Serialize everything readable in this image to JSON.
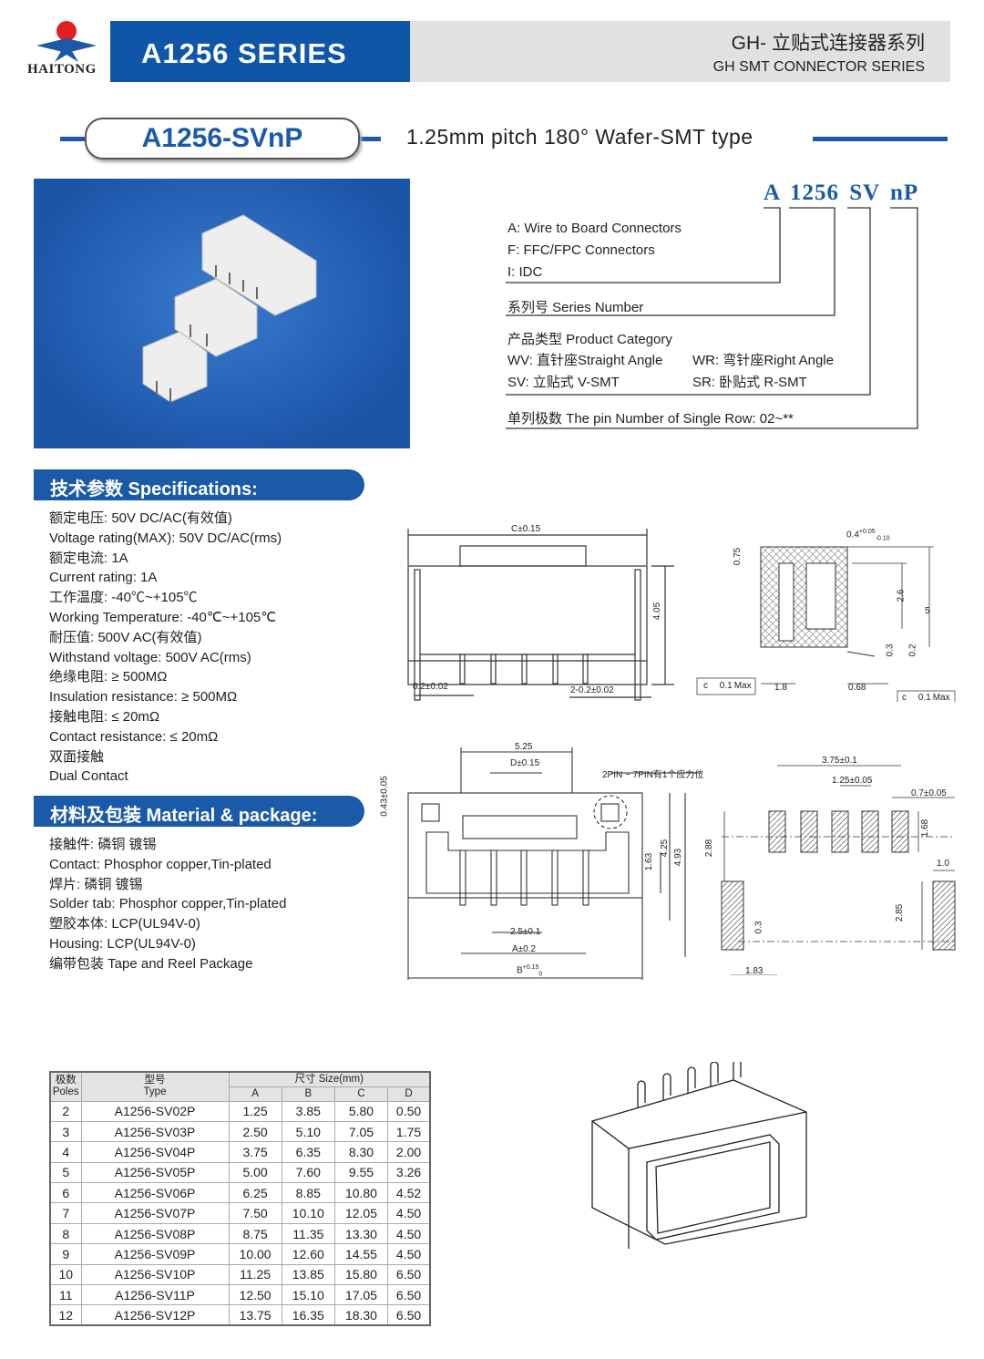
{
  "header": {
    "brand": "HAITONG",
    "series": "A1256 SERIES",
    "title_cn": "GH- 立贴式连接器系列",
    "title_en": "GH SMT CONNECTOR SERIES"
  },
  "model": {
    "name": "A1256-SVnP",
    "description": "1.25mm pitch 180°  Wafer-SMT type"
  },
  "part_code": {
    "parts": [
      "A",
      "1256",
      "SV",
      "nP"
    ],
    "legend": {
      "type_lines": [
        "A: Wire to Board Connectors",
        "F: FFC/FPC Connectors",
        "I: IDC"
      ],
      "series": "系列号 Series Number",
      "category_title": "产品类型 Product Category",
      "wv": "WV: 直针座Straight Angle",
      "wr": "WR: 弯针座Right Angle",
      "sv": "SV: 立贴式 V-SMT",
      "sr": "SR: 卧贴式 R-SMT",
      "pins": "单列极数 The pin Number of Single Row: 02~**"
    }
  },
  "specifications": {
    "title": "技术参数 Specifications:",
    "lines": [
      "额定电压: 50V DC/AC(有效值)",
      "Voltage rating(MAX): 50V DC/AC(rms)",
      "额定电流: 1A",
      "Current rating: 1A",
      "工作温度: -40℃~+105℃",
      "Working Temperature: -40℃~+105℃",
      "耐压值: 500V AC(有效值)",
      "Withstand voltage: 500V AC(rms)",
      "绝缘电阻: ≥ 500MΩ",
      "Insulation resistance: ≥ 500MΩ",
      "接触电阻: ≤ 20mΩ",
      "Contact resistance: ≤ 20mΩ",
      "双面接触",
      "Dual Contact"
    ]
  },
  "material": {
    "title": "材料及包装 Material & package:",
    "lines": [
      "接触件: 磷铜 镀锡",
      "Contact: Phosphor copper,Tin-plated",
      "焊片: 磷铜 镀锡",
      "Solder  tab: Phosphor copper,Tin-plated",
      "塑胶本体: LCP(UL94V-0)",
      "Housing: LCP(UL94V-0)",
      "编带包装 Tape and Reel Package"
    ]
  },
  "drawings": {
    "front": {
      "c": "C±0.15",
      "h": "4.05",
      "w1": "0.2±0.02",
      "w2": "2-0.2±0.02"
    },
    "side": {
      "tol": "0.4",
      "tol_up": "+0.05",
      "tol_dn": "-0.10",
      "d075": "0.75",
      "d26": "2.6",
      "d5": "5",
      "d03": "0.3",
      "d02": "0.2",
      "d18": "1.8",
      "d068": "0.68",
      "c": "c",
      "c01": "0.1",
      "max": "Max"
    },
    "top": {
      "d525": "5.25",
      "d": "D±0.15",
      "note": "2PIN ~ 7PIN有1个应力位",
      "d043": "0.43±0.05",
      "d425": "4.25",
      "d493": "4.93",
      "d163": "1.63",
      "d25": "2.5±0.1",
      "a": "A±0.2",
      "b": "B",
      "b_up": "+0.15",
      "b_dn": "0"
    },
    "pcb": {
      "d375": "3.75±0.1",
      "d125": "1.25±0.05",
      "d07": "0.7±0.05",
      "d168": "1.68",
      "d288": "2.88",
      "d10": "1.0",
      "d285": "2.85",
      "d03": "0.3",
      "d183": "1.83"
    }
  },
  "table": {
    "h_poles_cn": "极数",
    "h_poles": "Poles",
    "h_type_cn": "型号",
    "h_type": "Type",
    "h_size": "尺寸 Size(mm)",
    "cols": [
      "A",
      "B",
      "C",
      "D"
    ],
    "rows": [
      [
        "2",
        "A1256-SV02P",
        "1.25",
        "3.85",
        "5.80",
        "0.50"
      ],
      [
        "3",
        "A1256-SV03P",
        "2.50",
        "5.10",
        "7.05",
        "1.75"
      ],
      [
        "4",
        "A1256-SV04P",
        "3.75",
        "6.35",
        "8.30",
        "2.00"
      ],
      [
        "5",
        "A1256-SV05P",
        "5.00",
        "7.60",
        "9.55",
        "3.26"
      ],
      [
        "6",
        "A1256-SV06P",
        "6.25",
        "8.85",
        "10.80",
        "4.52"
      ],
      [
        "7",
        "A1256-SV07P",
        "7.50",
        "10.10",
        "12.05",
        "4.50"
      ],
      [
        "8",
        "A1256-SV08P",
        "8.75",
        "11.35",
        "13.30",
        "4.50"
      ],
      [
        "9",
        "A1256-SV09P",
        "10.00",
        "12.60",
        "14.55",
        "4.50"
      ],
      [
        "10",
        "A1256-SV10P",
        "11.25",
        "13.85",
        "15.80",
        "6.50"
      ],
      [
        "11",
        "A1256-SV11P",
        "12.50",
        "15.10",
        "17.05",
        "6.50"
      ],
      [
        "12",
        "A1256-SV12P",
        "13.75",
        "16.35",
        "18.30",
        "6.50"
      ]
    ]
  }
}
